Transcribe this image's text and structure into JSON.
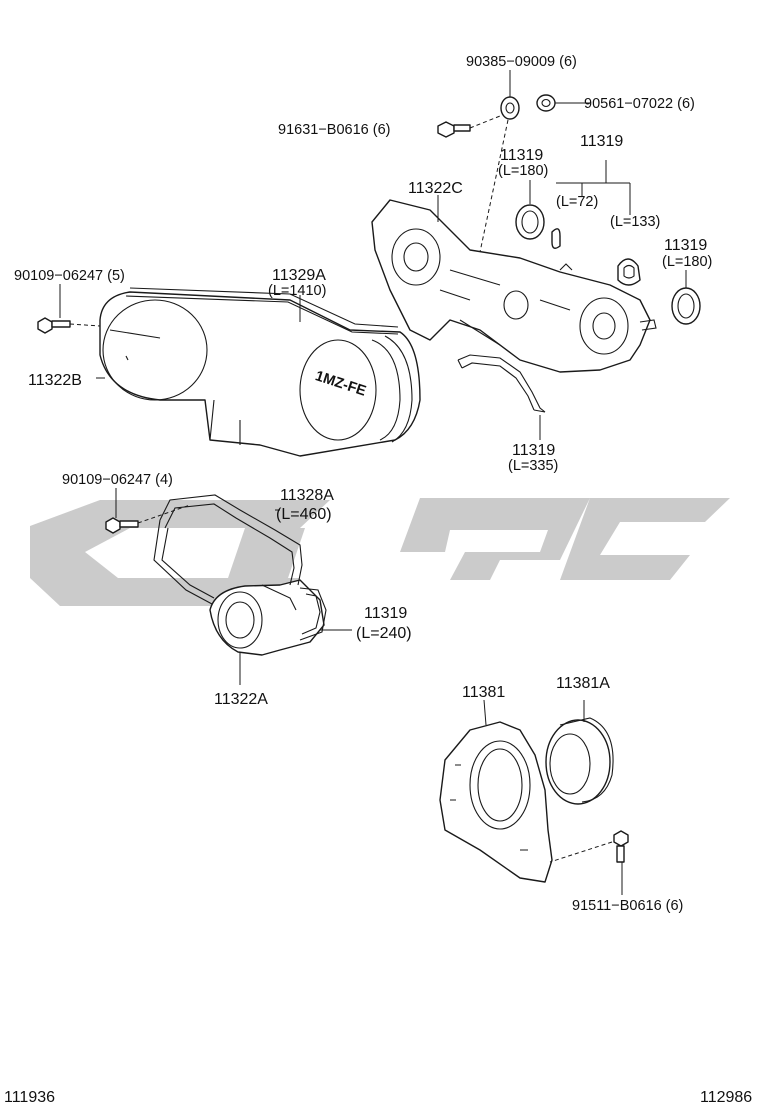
{
  "labels": {
    "p90385": "90385−09009 (6)",
    "p90561": "90561−07022 (6)",
    "p91631": "91631−B0616 (6)",
    "p11319_top": "11319",
    "p11319_top_len": "(L=180)",
    "p11319_group": "11319",
    "p11319_72": "(L=72)",
    "p11319_133": "(L=133)",
    "p11322C": "11322C",
    "p11319_right": "11319",
    "p11319_right_len": "(L=180)",
    "p90109_5": "90109−06247 (5)",
    "p11329A": "11329A",
    "p11329A_len": "(L=1410)",
    "p11322B": "11322B",
    "p11319_335": "11319",
    "p11319_335_len": "(L=335)",
    "p90109_4": "90109−06247 (4)",
    "p11328A": "11328A",
    "p11328A_len": "(L=460)",
    "p11319_240": "11319",
    "p11319_240_len": "(L=240)",
    "p11322A": "11322A",
    "p11381": "11381",
    "p11381A": "11381A",
    "p91511": "91511−B0616 (6)",
    "emboss": "1MZ-FE"
  },
  "footer": {
    "left_code": "111936",
    "right_code": "112986"
  },
  "watermark": {
    "color": "#8c8c8c"
  }
}
